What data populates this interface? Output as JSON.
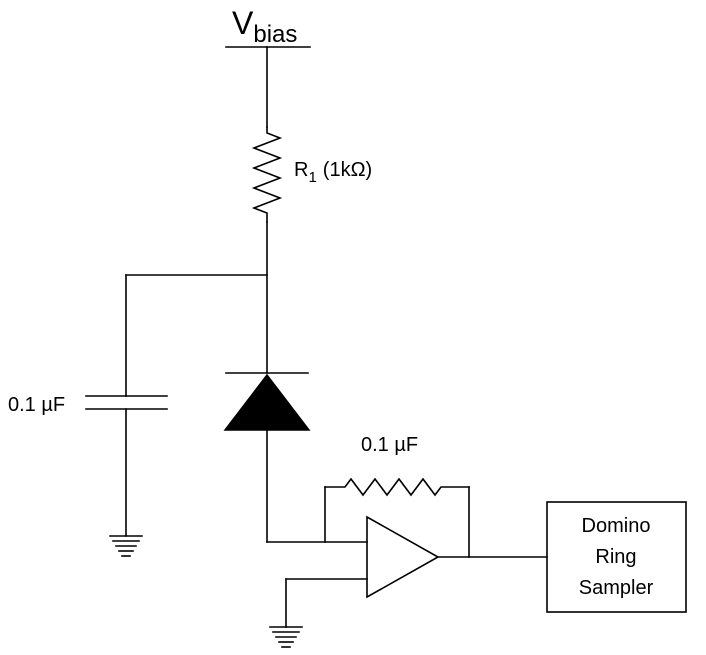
{
  "labels": {
    "vbias_main": "V",
    "vbias_sub": "bias",
    "r1_main": "R",
    "r1_sub": "1",
    "r1_value": "(1kΩ)",
    "cap_left": "0.1 µF",
    "feedback_value": "0.1 µF",
    "box_line1": "Domino",
    "box_line2": "Ring",
    "box_line3": "Sampler"
  },
  "components": [
    {
      "name": "supply-terminal",
      "symbol": "rail"
    },
    {
      "name": "resistor-r1",
      "symbol": "zigzag-vertical"
    },
    {
      "name": "capacitor",
      "symbol": "parallel-plates"
    },
    {
      "name": "photodiode",
      "symbol": "diode-filled"
    },
    {
      "name": "feedback-element",
      "symbol": "zigzag-horizontal"
    },
    {
      "name": "op-amp",
      "symbol": "triangle"
    },
    {
      "name": "ground",
      "symbol": "ground-lines",
      "count": 2
    },
    {
      "name": "sampler-box",
      "symbol": "rectangle"
    }
  ],
  "colors": {
    "stroke": "#000000",
    "background": "#ffffff"
  }
}
